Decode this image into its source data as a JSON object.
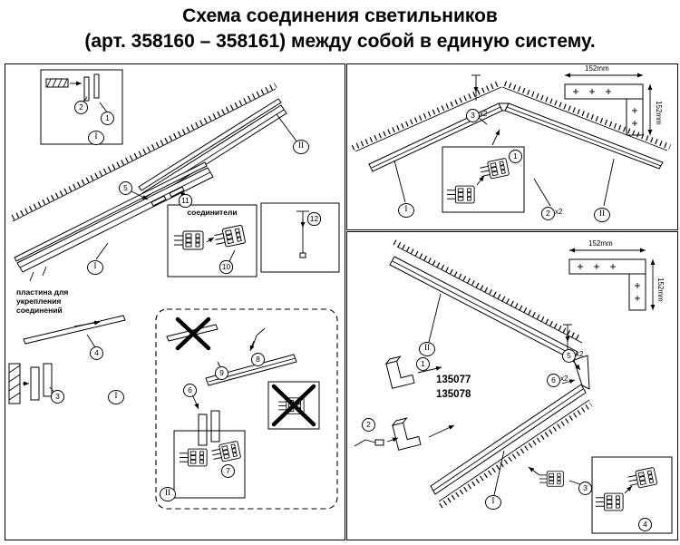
{
  "title": {
    "line1": "Схема соединения светильников",
    "line2": "(арт. 358160 – 358161) между собой в единую систему."
  },
  "callouts": {
    "n1": "1",
    "n2": "2",
    "n3": "3",
    "n4": "4",
    "n5": "5",
    "n6": "6",
    "n7": "7",
    "n8": "8",
    "n9": "9",
    "n10": "10",
    "n11": "11",
    "n12": "12",
    "x2": "x2"
  },
  "romans": {
    "i": "I",
    "ii": "II"
  },
  "left_panel": {
    "connectors_box_title": "соединители",
    "plate_note_line1": "пластина для",
    "plate_note_line2": "укрепления",
    "plate_note_line3": "соединений"
  },
  "corner_bracket": {
    "width_dim": "152mm",
    "height_dim": "152mm"
  },
  "bottom_right_panel": {
    "article_1": "135077",
    "article_2": "135078"
  }
}
